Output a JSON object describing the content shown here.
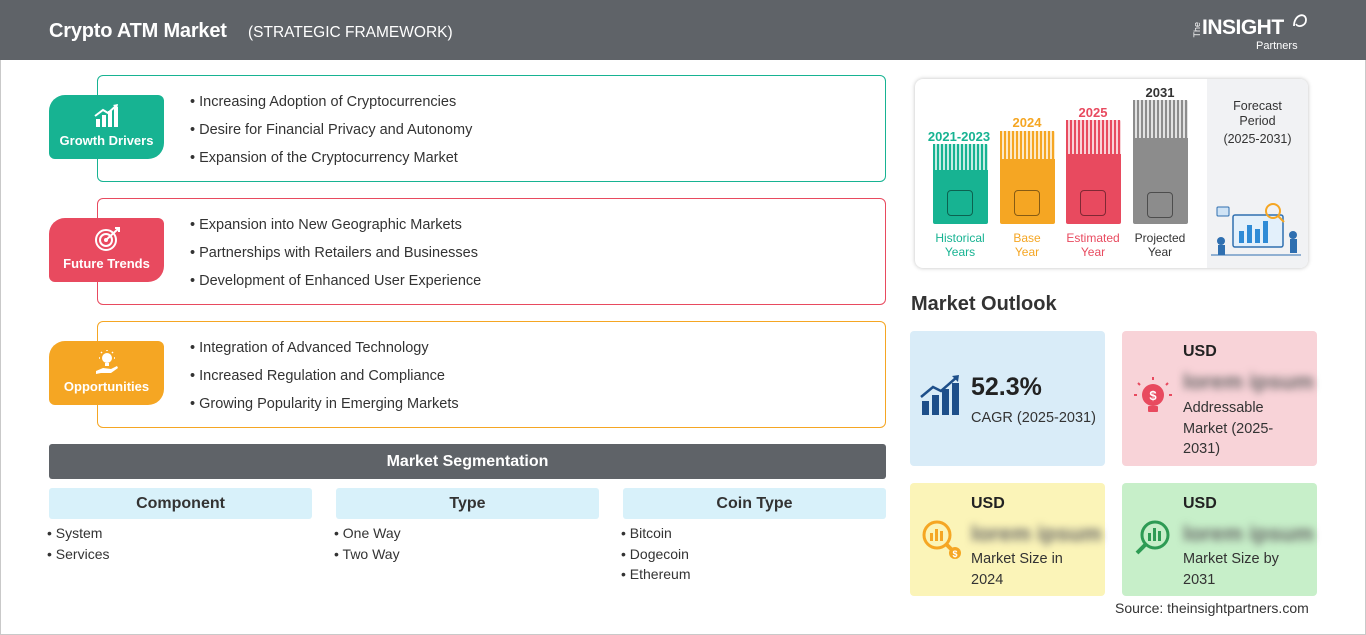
{
  "header": {
    "title": "Crypto ATM Market",
    "subtitle": "(STRATEGIC FRAMEWORK)",
    "logo": {
      "the": "The",
      "insight": "INSIGHT",
      "partners": "Partners"
    }
  },
  "framework": [
    {
      "label": "Growth Drivers",
      "icon": "growth-chart-icon",
      "color": "#17b392",
      "items": [
        "Increasing Adoption of Cryptocurrencies",
        "Desire for Financial Privacy and Autonomy",
        "Expansion of the Cryptocurrency Market"
      ]
    },
    {
      "label": "Future Trends",
      "icon": "target-icon",
      "color": "#e84a5f",
      "items": [
        "Expansion into New Geographic Markets",
        "Partnerships with Retailers and Businesses",
        "Development of Enhanced User Experience"
      ]
    },
    {
      "label": "Opportunities",
      "icon": "lightbulb-hand-icon",
      "color": "#f5a623",
      "items": [
        "Integration of Advanced Technology",
        "Increased Regulation and Compliance",
        "Growing Popularity in Emerging Markets"
      ]
    }
  ],
  "segmentation": {
    "title": "Market Segmentation",
    "columns": [
      {
        "heading": "Component",
        "items": [
          "System",
          "Services"
        ]
      },
      {
        "heading": "Type",
        "items": [
          "One Way",
          "Two Way"
        ]
      },
      {
        "heading": "Coin Type",
        "items": [
          "Bitcoin",
          "Dogecoin",
          "Ethereum"
        ]
      }
    ]
  },
  "timeline": {
    "periods": [
      {
        "year": "2021-2023",
        "label_1": "Historical",
        "label_2": "Years",
        "color": "#17b392",
        "icon": "history-clock-icon"
      },
      {
        "year": "2024",
        "label_1": "Base",
        "label_2": "Year",
        "color": "#f5a623",
        "icon": "calendar-icon"
      },
      {
        "year": "2025",
        "label_1": "Estimated",
        "label_2": "Year",
        "color": "#e84a5f",
        "icon": "gears-icon"
      },
      {
        "year": "2031",
        "label_1": "Projected",
        "label_2": "Year",
        "color": "#8c8c8c",
        "icon": "presentation-icon"
      }
    ],
    "forecast": {
      "line_1": "Forecast",
      "line_2": "Period",
      "line_3": "(2025-2031)"
    }
  },
  "outlook": {
    "title": "Market Outlook",
    "cagr": {
      "value": "52.3%",
      "label": "CAGR (2025-2031)",
      "color": "#d9ecf8",
      "icon": "bar-growth-icon"
    },
    "addressable": {
      "currency": "USD",
      "value": "lorem ipsum",
      "label_1": "Addressable",
      "label_2": "Market (2025-",
      "label_3": "2031)",
      "color": "#f8d3d8",
      "icon": "bulb-dollar-icon"
    },
    "size_2024": {
      "currency": "USD",
      "value": "lorem ipsum",
      "label_1": "Market Size in",
      "label_2": "2024",
      "color": "#fbf4b8",
      "icon": "magnifier-dollar-icon"
    },
    "size_2031": {
      "currency": "USD",
      "value": "lorem ipsum",
      "label_1": "Market Size by",
      "label_2": "2031",
      "color": "#c7efc9",
      "icon": "magnifier-chart-icon"
    }
  },
  "source": "Source: theinsightpartners.com"
}
